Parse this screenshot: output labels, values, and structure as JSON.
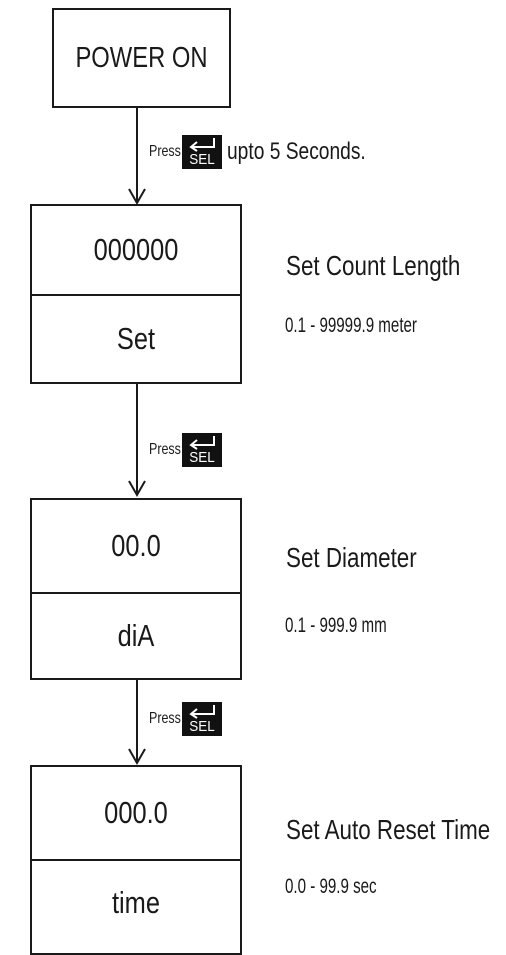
{
  "power_on": {
    "label": "POWER ON"
  },
  "press_label": "Press",
  "key_label": "SEL",
  "steps_intro": {
    "suffix": "upto 5 Seconds."
  },
  "steps": [
    {
      "value": "000000",
      "code": "Set",
      "title": "Set Count Length",
      "range": "0.1 - 99999.9 meter"
    },
    {
      "value": "00.0",
      "code": "diA",
      "title": "Set Diameter",
      "range": "0.1 - 999.9 mm"
    },
    {
      "value": "000.0",
      "code": "time",
      "title": "Set Auto Reset Time",
      "range": "0.0 - 99.9 sec"
    }
  ],
  "icons": {
    "key_arrow": "enter-arrow-icon",
    "flow_arrow": "down-arrow-icon"
  },
  "colors": {
    "ink": "#1a1a1a",
    "key_bg": "#111111",
    "key_text": "#ffffff"
  }
}
